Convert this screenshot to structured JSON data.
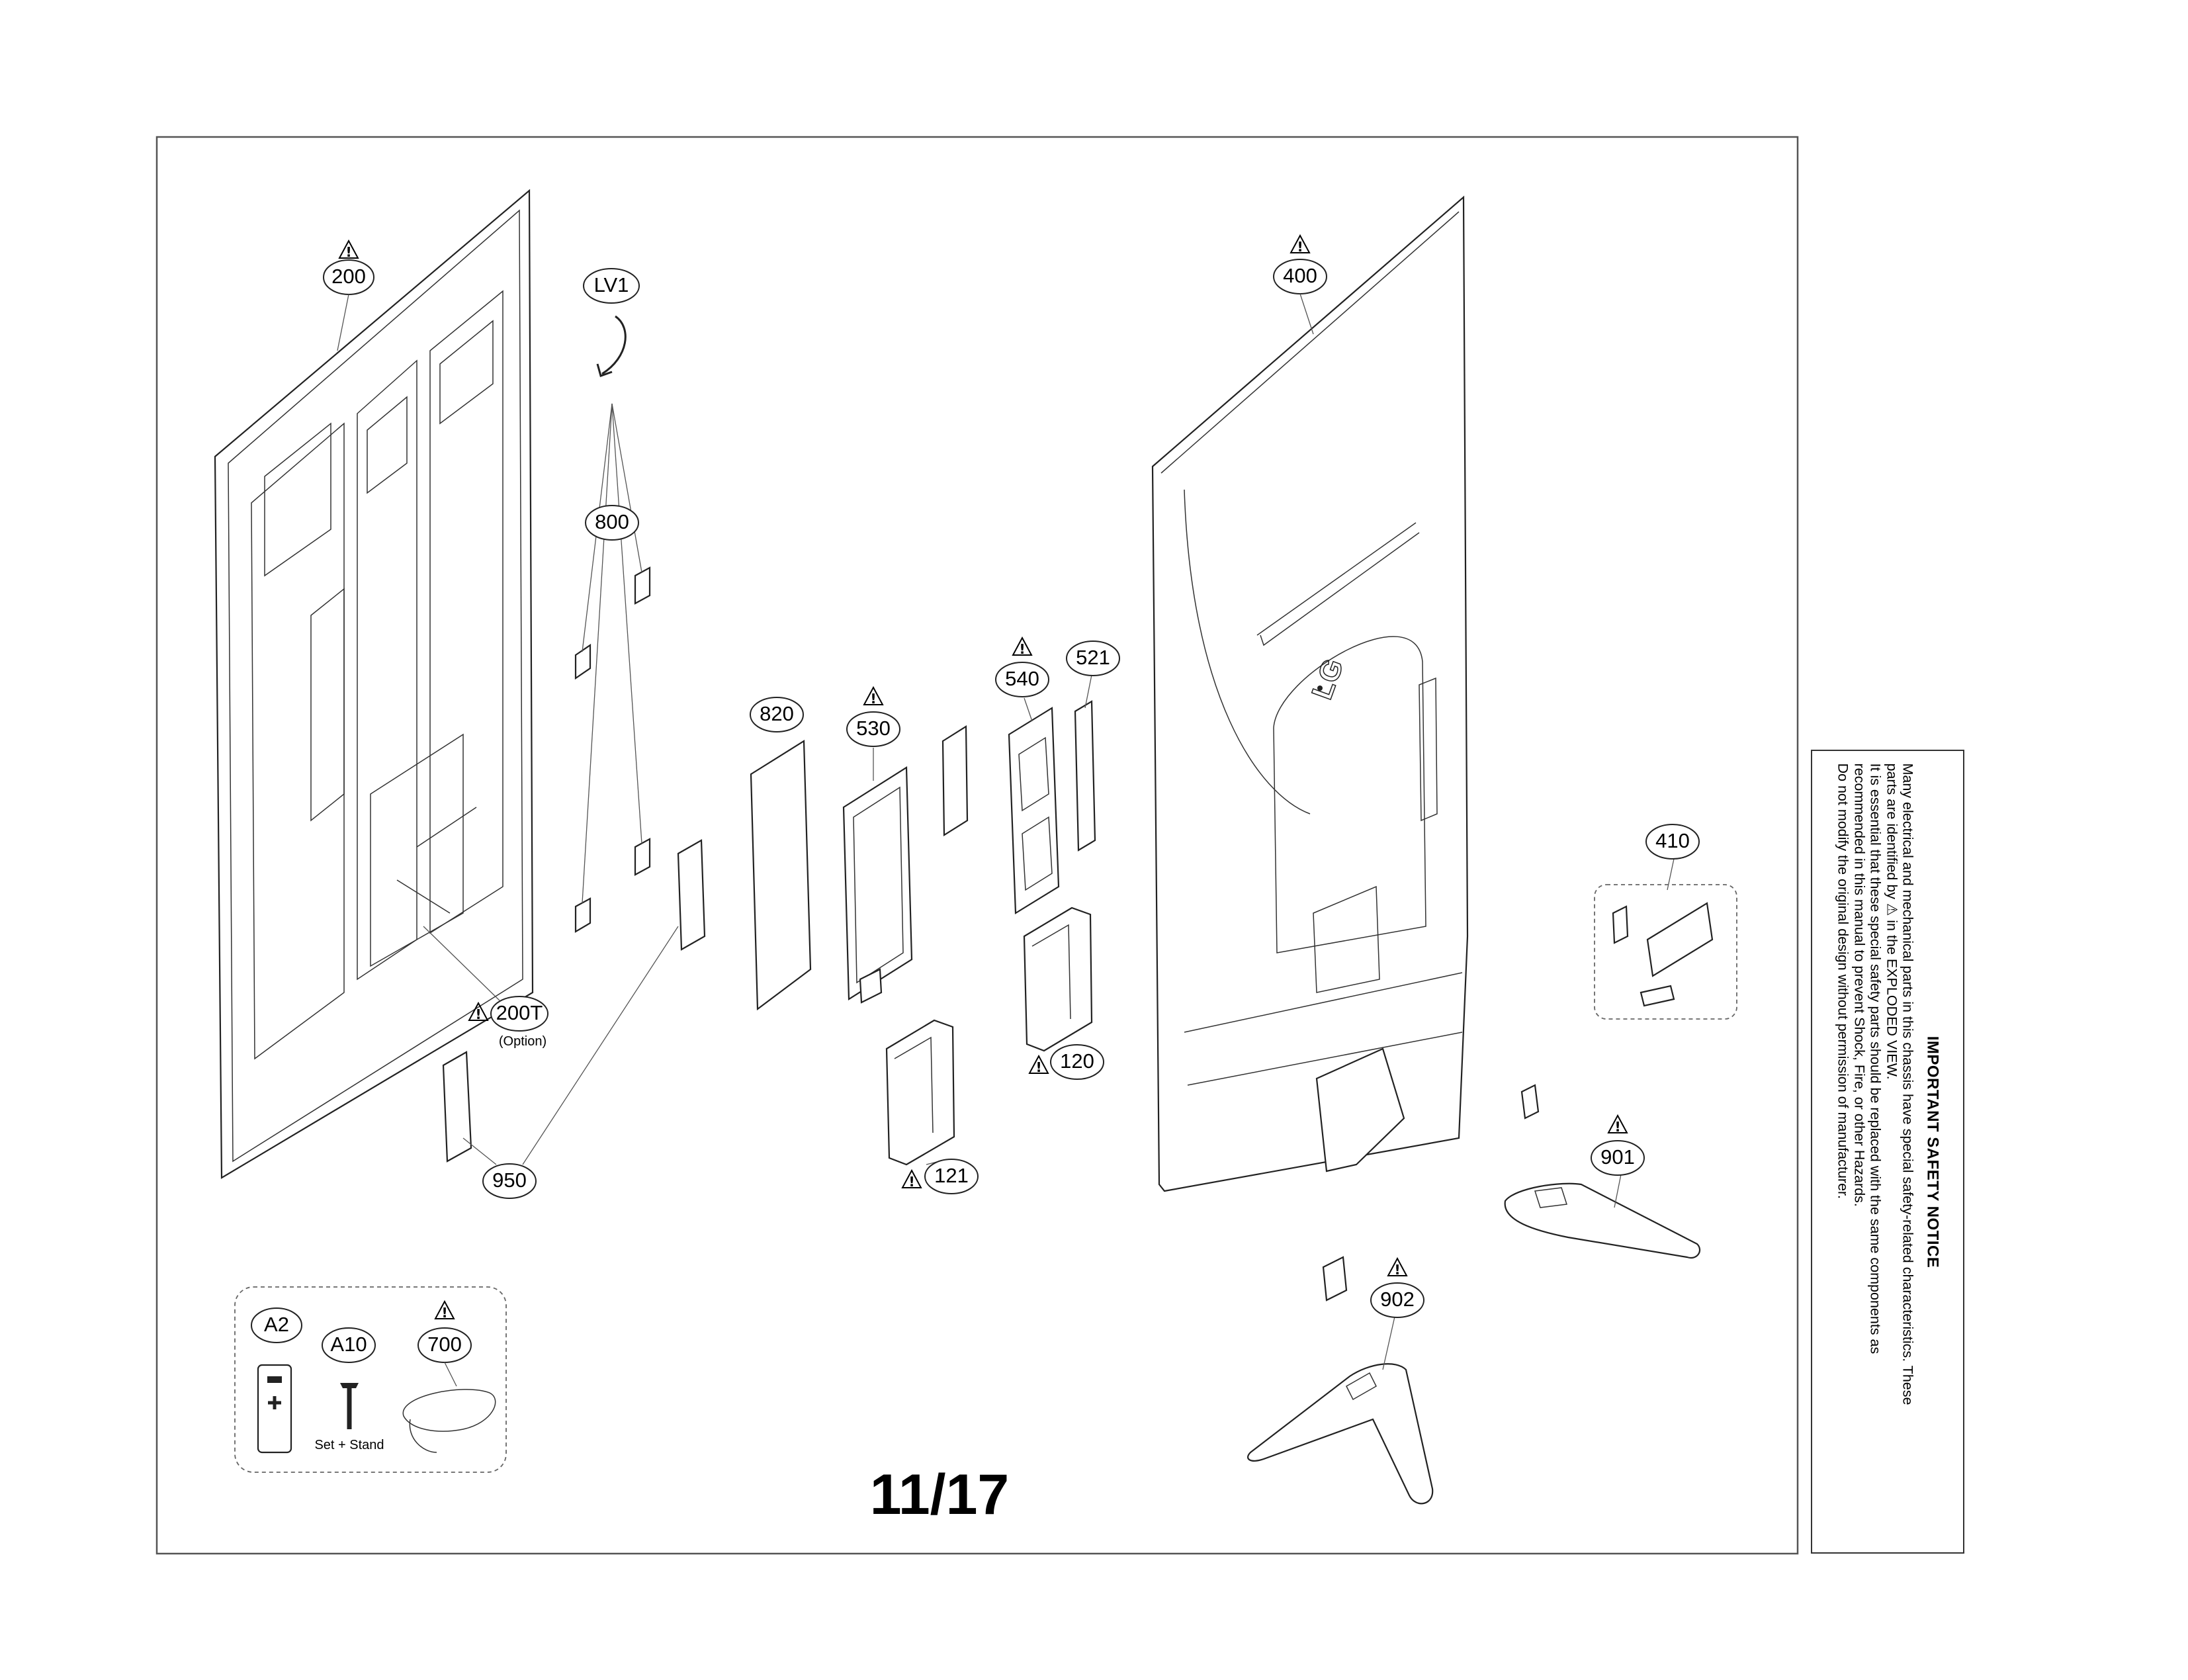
{
  "page_number": "11/17",
  "callouts": {
    "c200": "200",
    "c200t": "200T",
    "c200t_note": "(Option)",
    "lv1": "LV1",
    "c800": "800",
    "c820": "820",
    "c530": "530",
    "c540": "540",
    "c521": "521",
    "c120": "120",
    "c121": "121",
    "c950": "950",
    "c400": "400",
    "c410": "410",
    "c901": "901",
    "c902": "902",
    "a2": "A2",
    "a10": "A10",
    "c700": "700",
    "accessory_note": "Set + Stand"
  },
  "logo_text": "LG",
  "safety_notice": {
    "title": "IMPORTANT SAFETY NOTICE",
    "body": "Many electrical and mechanical parts in this chassis have special safety-related characteristics. These\nparts are identified by ⚠ in the EXPLODED VIEW.\nIt is essential that these special safety parts should be replaced with the same components as\nrecommended in this manual to prevent Shock, Fire, or other Hazards.\nDo not modify the original design without permission of manufacturer."
  },
  "warning_symbol": "!"
}
